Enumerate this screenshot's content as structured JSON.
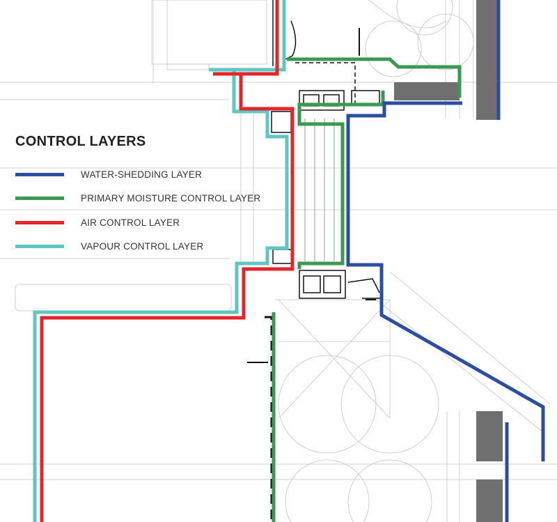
{
  "legend": {
    "title": "CONTROL LAYERS",
    "items": [
      {
        "label": "WATER-SHEDDING LAYER",
        "color": "#2d4ea0"
      },
      {
        "label": "PRIMARY MOISTURE CONTROL LAYER",
        "color": "#3a9a52"
      },
      {
        "label": "AIR CONTROL LAYER",
        "color": "#e1262c"
      },
      {
        "label": "VAPOUR CONTROL LAYER",
        "color": "#5fc6c2"
      }
    ]
  },
  "colors": {
    "linework": "#bdbdbd",
    "detail": "#111111",
    "infill": "#6f6f6f"
  }
}
